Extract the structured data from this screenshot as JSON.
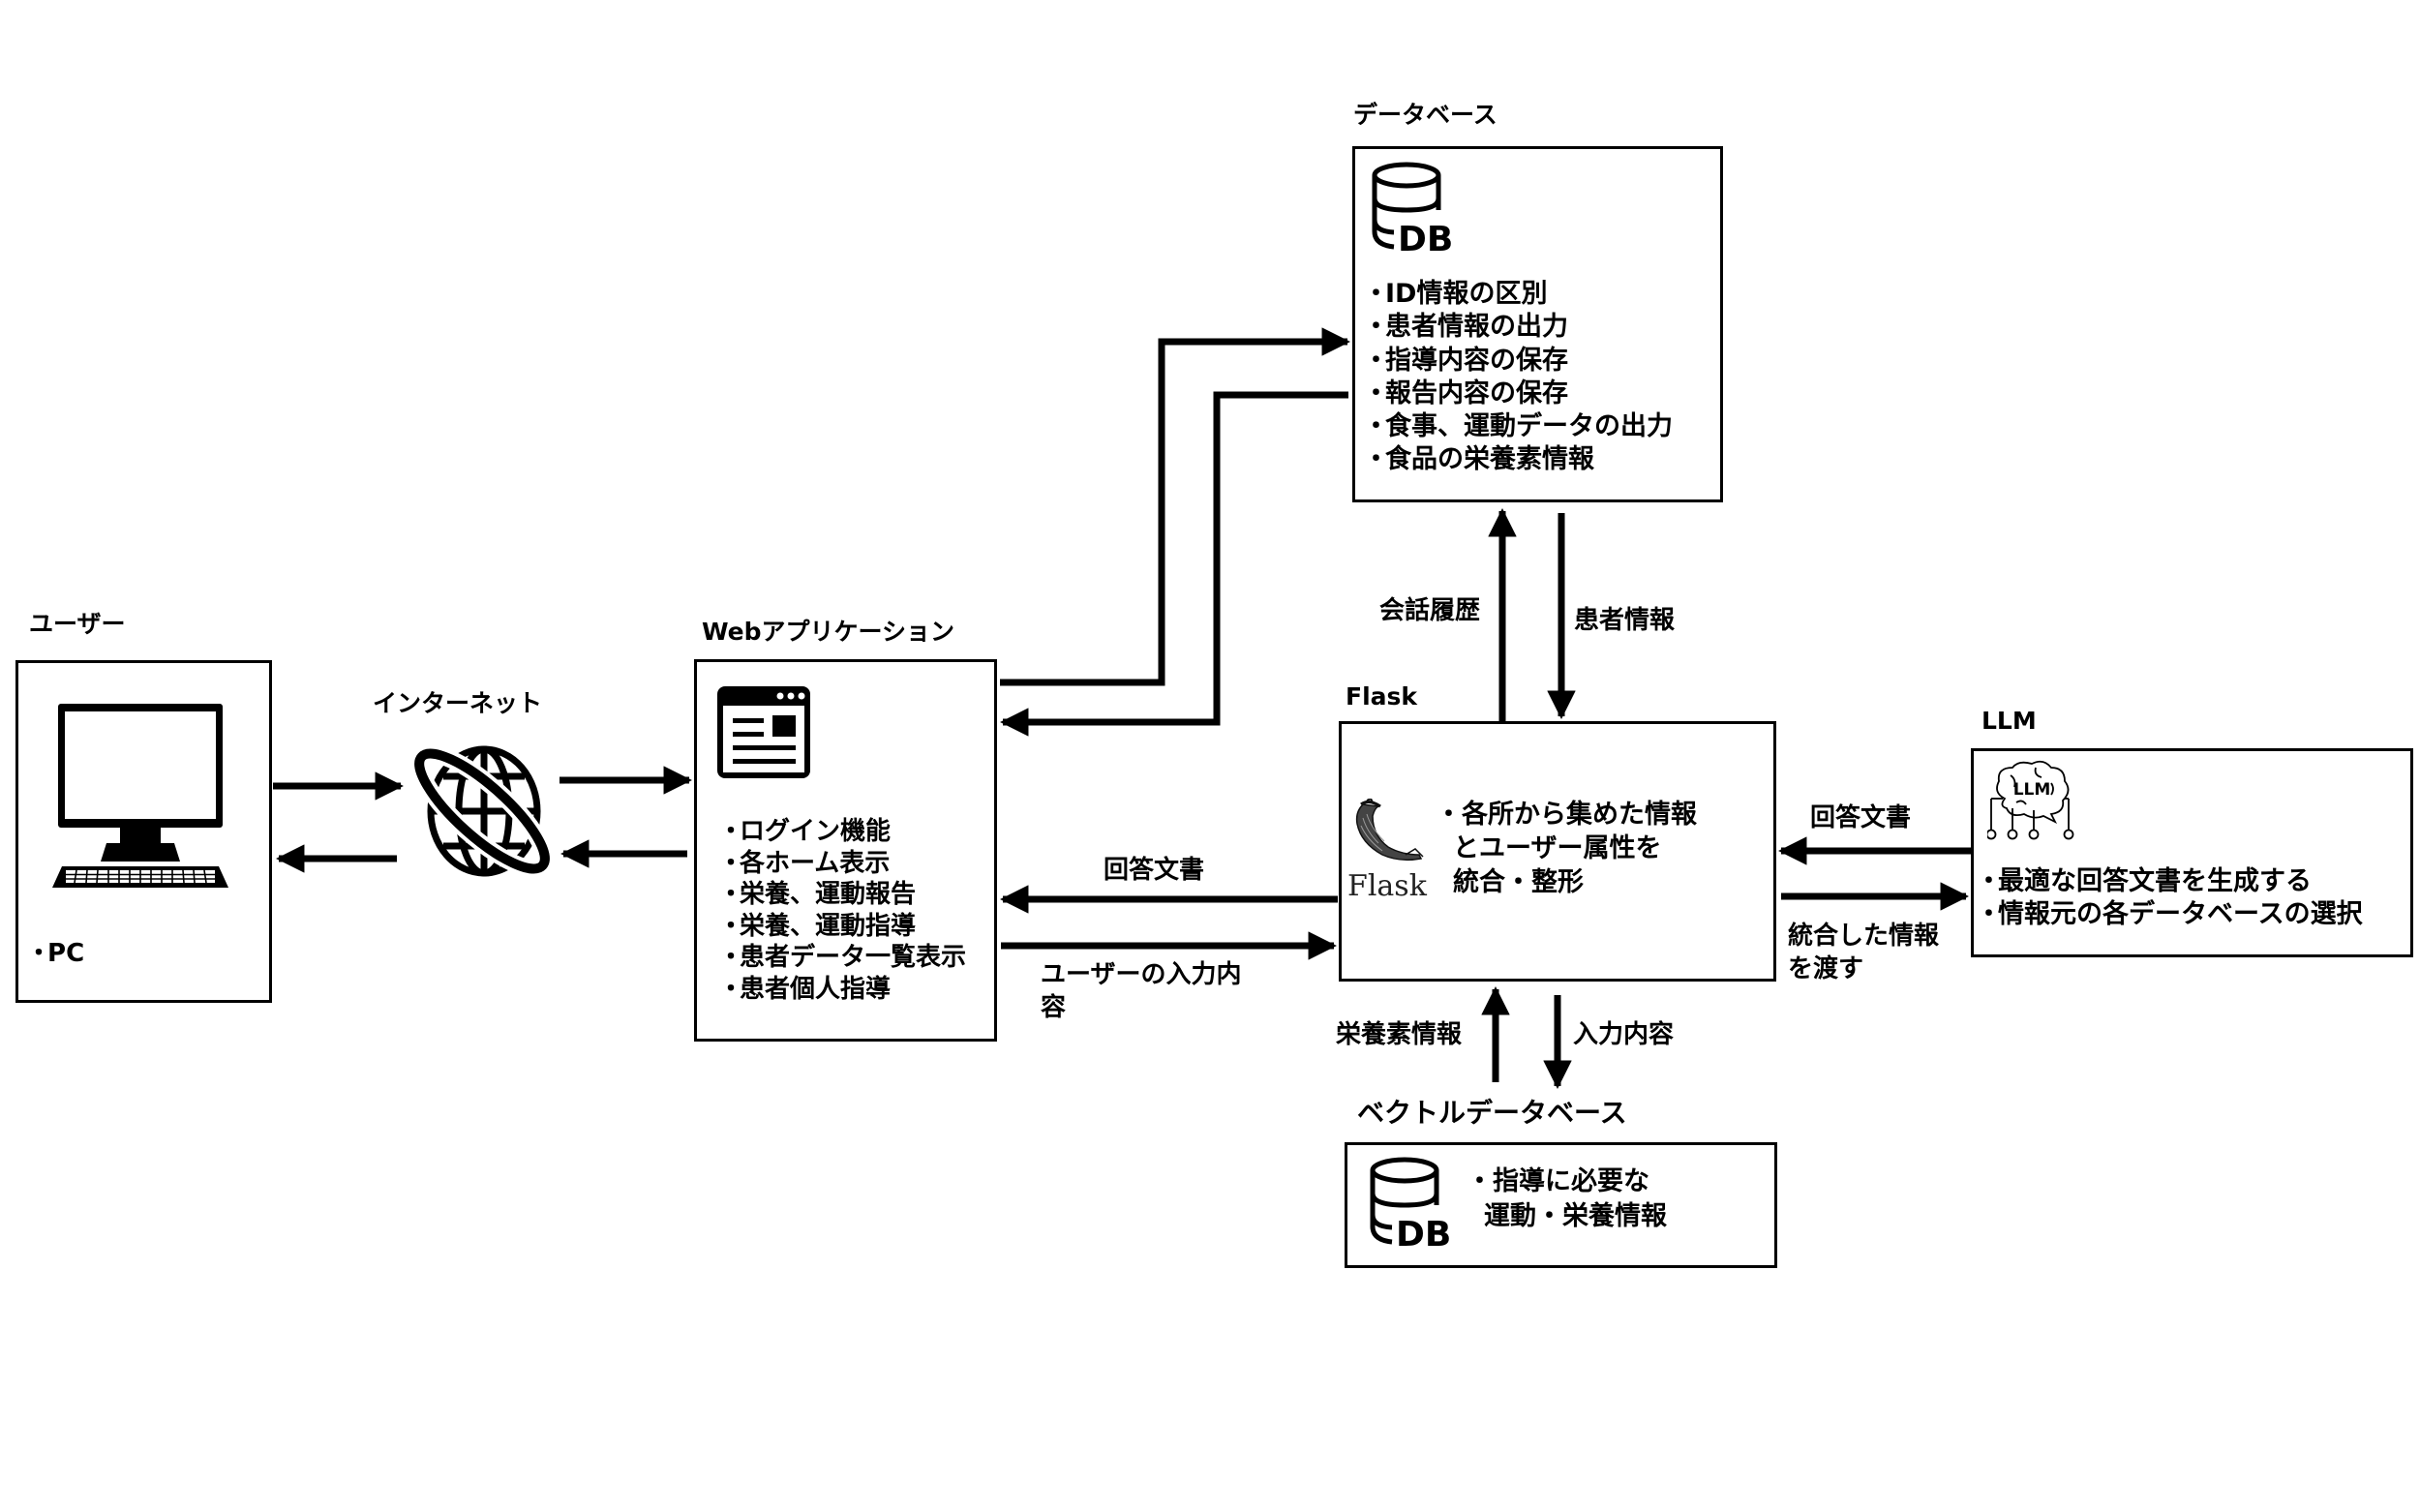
{
  "diagram": {
    "user": {
      "title": "ユーザー",
      "items": [
        "PC"
      ]
    },
    "internet": {
      "title": "インターネット"
    },
    "webapp": {
      "title": "Webアプリケーション",
      "items": [
        "ログイン機能",
        "各ホーム表示",
        "栄養、運動報告",
        "栄養、運動指導",
        "患者データ一覧表示",
        "患者個人指導"
      ]
    },
    "database": {
      "title": "データベース",
      "icon_text": "DB",
      "items": [
        "ID情報の区別",
        "患者情報の出力",
        "指導内容の保存",
        "報告内容の保存",
        "食事、運動データの出力",
        "食品の栄養素情報"
      ]
    },
    "flask": {
      "title": "Flask",
      "logo_text": "Flask",
      "description": [
        "各所から集めた情報",
        "とユーザー属性を",
        "統合・整形"
      ]
    },
    "llm": {
      "title": "LLM",
      "icon_text": "LLM",
      "items": [
        "最適な回答文書を生成する",
        "情報元の各データベースの選択"
      ]
    },
    "vector_db": {
      "title": "ベクトルデータベース",
      "icon_text": "DB",
      "description": [
        "・指導に必要な",
        "運動・栄養情報"
      ]
    },
    "edges": {
      "flask_to_db": "会話履歴",
      "db_to_flask": "患者情報",
      "flask_to_web": "回答文書",
      "web_to_flask": [
        "ユーザーの入力内",
        "容"
      ],
      "llm_to_flask": "回答文書",
      "flask_to_llm": [
        "統合した情報",
        "を渡す"
      ],
      "vector_to_flask": "栄養素情報",
      "flask_to_vector": "入力内容"
    }
  }
}
